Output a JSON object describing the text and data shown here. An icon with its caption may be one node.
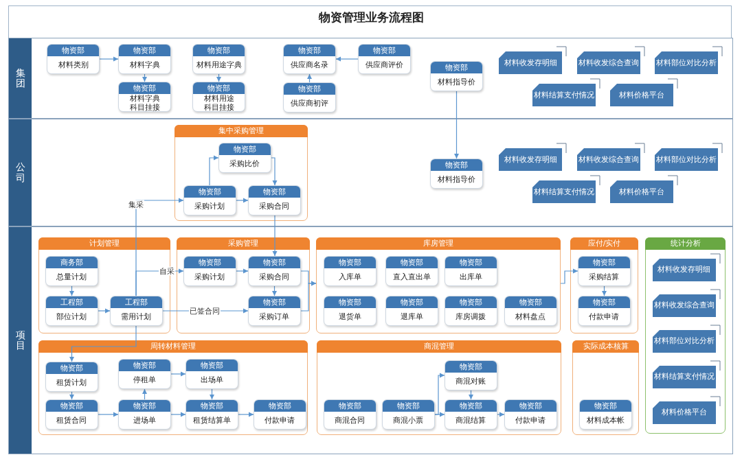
{
  "diagram": {
    "title": "物资管理业务流程图",
    "nodes": [
      {
        "text": [
          "集团"
        ]
      },
      {
        "text": [
          "物资部",
          "材料类别"
        ],
        "in": 0
      },
      {
        "text": [
          "物资部",
          "材料字典"
        ],
        "in": 0
      },
      {
        "text": [
          "物资部",
          "材料字典科目挂接"
        ],
        "in": 0
      },
      {
        "text": [
          "物资部",
          "材料用途字典"
        ],
        "in": 0
      },
      {
        "text": [
          "物资部",
          "材料用途科目挂接"
        ],
        "in": 0
      },
      {
        "text": [
          "物资部",
          "供应商名录"
        ],
        "in": 0
      },
      {
        "text": [
          "物资部",
          "供应商评价"
        ],
        "in": 0
      },
      {
        "text": [
          "物资部",
          "供应商初评"
        ],
        "in": 0
      },
      {
        "text": [
          "物资部",
          "材料指导价"
        ],
        "in": 0
      },
      {
        "text": [
          "材料收发存明细"
        ],
        "in": 0
      },
      {
        "text": [
          "材料收发综合查询"
        ],
        "in": 0
      },
      {
        "text": [
          "材料部位对比分析"
        ],
        "in": 0
      },
      {
        "text": [
          "材料结算支付情况"
        ],
        "in": 0
      },
      {
        "text": [
          "材料价格平台"
        ],
        "in": 0
      },
      {
        "text": [
          "公司"
        ]
      },
      {
        "text": [
          "集中采购管理"
        ],
        "in": 15
      },
      {
        "text": [
          "物资部",
          "采购比价"
        ],
        "in": 16
      },
      {
        "text": [
          "物资部",
          "采购计划"
        ],
        "in": 16
      },
      {
        "text": [
          "物资部",
          "采购合同"
        ],
        "in": 16
      },
      {
        "text": [
          "物资部",
          "材料指导价"
        ],
        "in": 15
      },
      {
        "text": [
          "材料收发存明细"
        ],
        "in": 15
      },
      {
        "text": [
          "材料收发综合查询"
        ],
        "in": 15
      },
      {
        "text": [
          "材料部位对比分析"
        ],
        "in": 15
      },
      {
        "text": [
          "材料结算支付情况"
        ],
        "in": 15
      },
      {
        "text": [
          "材料价格平台"
        ],
        "in": 15
      },
      {
        "text": [
          "项目"
        ]
      },
      {
        "text": [
          "计划管理"
        ],
        "in": 26
      },
      {
        "text": [
          "商务部",
          "总量计划"
        ],
        "in": 27
      },
      {
        "text": [
          "工程部",
          "部位计划"
        ],
        "in": 27
      },
      {
        "text": [
          "工程部",
          "需用计划"
        ],
        "in": 27
      },
      {
        "text": [
          "采购管理"
        ],
        "in": 26
      },
      {
        "text": [
          "物资部",
          "采购计划"
        ],
        "in": 31
      },
      {
        "text": [
          "物资部",
          "采购合同"
        ],
        "in": 31
      },
      {
        "text": [
          "物资部",
          "采购订单"
        ],
        "in": 31
      },
      {
        "text": [
          "库房管理"
        ],
        "in": 26
      },
      {
        "text": [
          "物资部",
          "入库单"
        ],
        "in": 35
      },
      {
        "text": [
          "物资部",
          "直入直出单"
        ],
        "in": 35
      },
      {
        "text": [
          "物资部",
          "出库单"
        ],
        "in": 35
      },
      {
        "text": [
          "物资部",
          "退货单"
        ],
        "in": 35
      },
      {
        "text": [
          "物资部",
          "退库单"
        ],
        "in": 35
      },
      {
        "text": [
          "物资部",
          "库房调拨"
        ],
        "in": 35
      },
      {
        "text": [
          "物资部",
          "材料盘点"
        ],
        "in": 35
      },
      {
        "text": [
          "应付/实付"
        ],
        "in": 26
      },
      {
        "text": [
          "物资部",
          "采购结算"
        ],
        "in": 43
      },
      {
        "text": [
          "物资部",
          "付款申请"
        ],
        "in": 43
      },
      {
        "text": [
          "统计分析"
        ],
        "in": 26
      },
      {
        "text": [
          "材料收发存明细"
        ],
        "in": 46
      },
      {
        "text": [
          "材料收发综合查询"
        ],
        "in": 46
      },
      {
        "text": [
          "材料部位对比分析"
        ],
        "in": 46
      },
      {
        "text": [
          "材料结算支付情况"
        ],
        "in": 46
      },
      {
        "text": [
          "材料价格平台"
        ],
        "in": 46
      },
      {
        "text": [
          "周转材料管理"
        ],
        "in": 26
      },
      {
        "text": [
          "物资部",
          "租赁计划"
        ],
        "in": 52
      },
      {
        "text": [
          "物资部",
          "停租单"
        ],
        "in": 52
      },
      {
        "text": [
          "物资部",
          "出场单"
        ],
        "in": 52
      },
      {
        "text": [
          "物资部",
          "租赁合同"
        ],
        "in": 52
      },
      {
        "text": [
          "物资部",
          "进场单"
        ],
        "in": 52
      },
      {
        "text": [
          "物资部",
          "租赁结算单"
        ],
        "in": 52
      },
      {
        "text": [
          "物资部",
          "付款申请"
        ],
        "in": 52
      },
      {
        "text": [
          "商混管理"
        ],
        "in": 26
      },
      {
        "text": [
          "物资部",
          "商混对账"
        ],
        "in": 60
      },
      {
        "text": [
          "物资部",
          "商混合同"
        ],
        "in": 60
      },
      {
        "text": [
          "物资部",
          "商混小票"
        ],
        "in": 60
      },
      {
        "text": [
          "物资部",
          "商混结算"
        ],
        "in": 60
      },
      {
        "text": [
          "物资部",
          "付款申请"
        ],
        "in": 60
      },
      {
        "text": [
          "实际成本核算"
        ],
        "in": 26
      },
      {
        "text": [
          "物资部",
          "材料成本帐"
        ],
        "in": 66
      }
    ],
    "edges": [
      {
        "from": 1,
        "to": 2,
        "arrow": "to"
      },
      {
        "from": 2,
        "to": 3,
        "arrow": "to"
      },
      {
        "from": 4,
        "to": 5,
        "arrow": "to"
      },
      {
        "from": 7,
        "to": 6,
        "arrow": "to"
      },
      {
        "from": 8,
        "to": 6,
        "arrow": "to"
      },
      {
        "from": 9,
        "to": 20,
        "arrow": "to"
      },
      {
        "from": 18,
        "to": 17,
        "arrow": "to"
      },
      {
        "from": 17,
        "to": 19,
        "arrow": "to"
      },
      {
        "from": 18,
        "to": 19,
        "arrow": "to"
      },
      {
        "from": 19,
        "to": 33,
        "arrow": "to"
      },
      {
        "from": 30,
        "to": 18,
        "arrow": "to",
        "label": "集采"
      },
      {
        "from": 30,
        "to": 32,
        "arrow": "to",
        "label": "自采"
      },
      {
        "from": 30,
        "to": 34,
        "arrow": "to",
        "label": "已签合同"
      },
      {
        "from": 28,
        "to": 29,
        "arrow": "to"
      },
      {
        "from": 29,
        "to": 30,
        "arrow": "to"
      },
      {
        "from": 32,
        "to": 33,
        "arrow": "to"
      },
      {
        "from": 33,
        "to": 34,
        "arrow": "to"
      },
      {
        "from": 33,
        "to": 35,
        "arrow": "to"
      },
      {
        "from": 34,
        "to": 35,
        "arrow": "to"
      },
      {
        "from": 35,
        "to": 44,
        "arrow": "to"
      },
      {
        "from": 44,
        "to": 45,
        "arrow": "to"
      },
      {
        "from": 30,
        "to": 53,
        "arrow": "to"
      },
      {
        "from": 53,
        "to": 56,
        "arrow": "to"
      },
      {
        "from": 56,
        "to": 57,
        "arrow": "to"
      },
      {
        "from": 57,
        "to": 54,
        "arrow": "to"
      },
      {
        "from": 54,
        "to": 55,
        "arrow": "to"
      },
      {
        "from": 55,
        "to": 58,
        "arrow": "to"
      },
      {
        "from": 57,
        "to": 58,
        "arrow": "to"
      },
      {
        "from": 58,
        "to": 59,
        "arrow": "to"
      },
      {
        "from": 63,
        "to": 64,
        "arrow": "to"
      },
      {
        "from": 63,
        "to": 61,
        "arrow": "to"
      },
      {
        "from": 61,
        "to": 64,
        "arrow": "to"
      },
      {
        "from": 64,
        "to": 65,
        "arrow": "to"
      }
    ]
  }
}
